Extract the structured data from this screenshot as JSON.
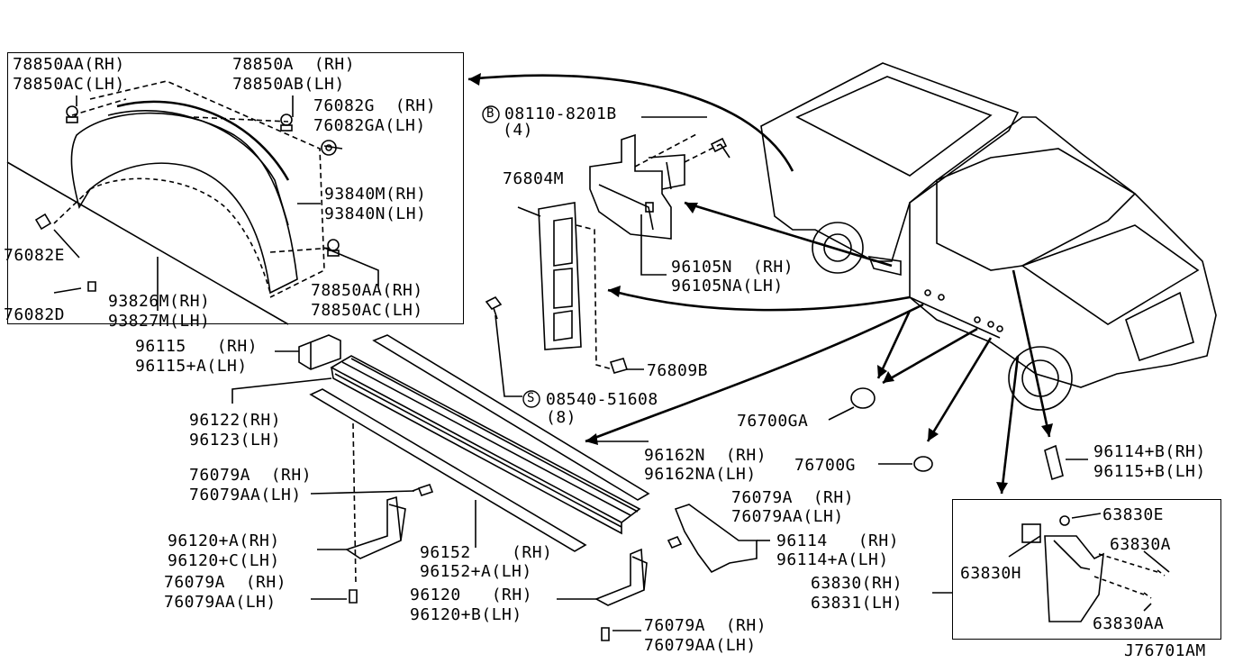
{
  "diagram_id": "J76701AM",
  "callouts": {
    "p78850aa_rh": "78850AA(RH)",
    "p78850ac_lh": "78850AC(LH)",
    "p78850a_rh": "78850A  (RH)",
    "p78850ab_lh": "78850AB(LH)",
    "p76082g_rh": "76082G  (RH)",
    "p76082ga_lh": "76082GA(LH)",
    "p93840m_rh": "93840M(RH)",
    "p93840n_lh": "93840N(LH)",
    "p76082e": "76082E",
    "p76082d": "76082D",
    "p93826m_rh": "93826M(RH)",
    "p93827m_lh": "93827M(LH)",
    "p78850aa_rh2": "78850AA(RH)",
    "p78850ac_lh2": "78850AC(LH)",
    "bolt_08110": "08110-8201B",
    "bolt_08110_qty": "(4)",
    "p76804m": "76804M",
    "p96105n_rh": "96105N  (RH)",
    "p96105na_lh": "96105NA(LH)",
    "p96115_rh": "96115   (RH)",
    "p96115a_lh": "96115+A(LH)",
    "p76809b": "76809B",
    "screw_08540": "08540-51608",
    "screw_08540_qty": "(8)",
    "p96122_rh": "96122(RH)",
    "p96123_lh": "96123(LH)",
    "p76700ga": "76700GA",
    "p76700g": "76700G",
    "p96162n_rh": "96162N  (RH)",
    "p96162na_lh": "96162NA(LH)",
    "p96114b_rh": "96114+B(RH)",
    "p96115b_lh": "96115+B(LH)",
    "p76079a_rh1": "76079A  (RH)",
    "p76079aa_lh1": "76079AA(LH)",
    "p76079a_rh2": "76079A  (RH)",
    "p76079aa_lh2": "76079AA(LH)",
    "p63830e": "63830E",
    "p96120a_rh": "96120+A(RH)",
    "p96120c_lh": "96120+C(LH)",
    "p96114_rh": "96114   (RH)",
    "p96114a_lh": "96114+A(LH)",
    "p63830a": "63830A",
    "p63830h": "63830H",
    "p63830_rh": "63830(RH)",
    "p63831_lh": "63831(LH)",
    "p76079a_rh3": "76079A  (RH)",
    "p76079aa_lh3": "76079AA(LH)",
    "p96152_rh": "96152    (RH)",
    "p96152a_lh": "96152+A(LH)",
    "p96120_rh": "96120   (RH)",
    "p96120b_lh": "96120+B(LH)",
    "p63830aa": "63830AA",
    "p76079a_rh4": "76079A  (RH)",
    "p76079aa_lh4": "76079AA(LH)"
  },
  "symbols": {
    "bolt_prefix": "B",
    "screw_prefix": "S"
  }
}
